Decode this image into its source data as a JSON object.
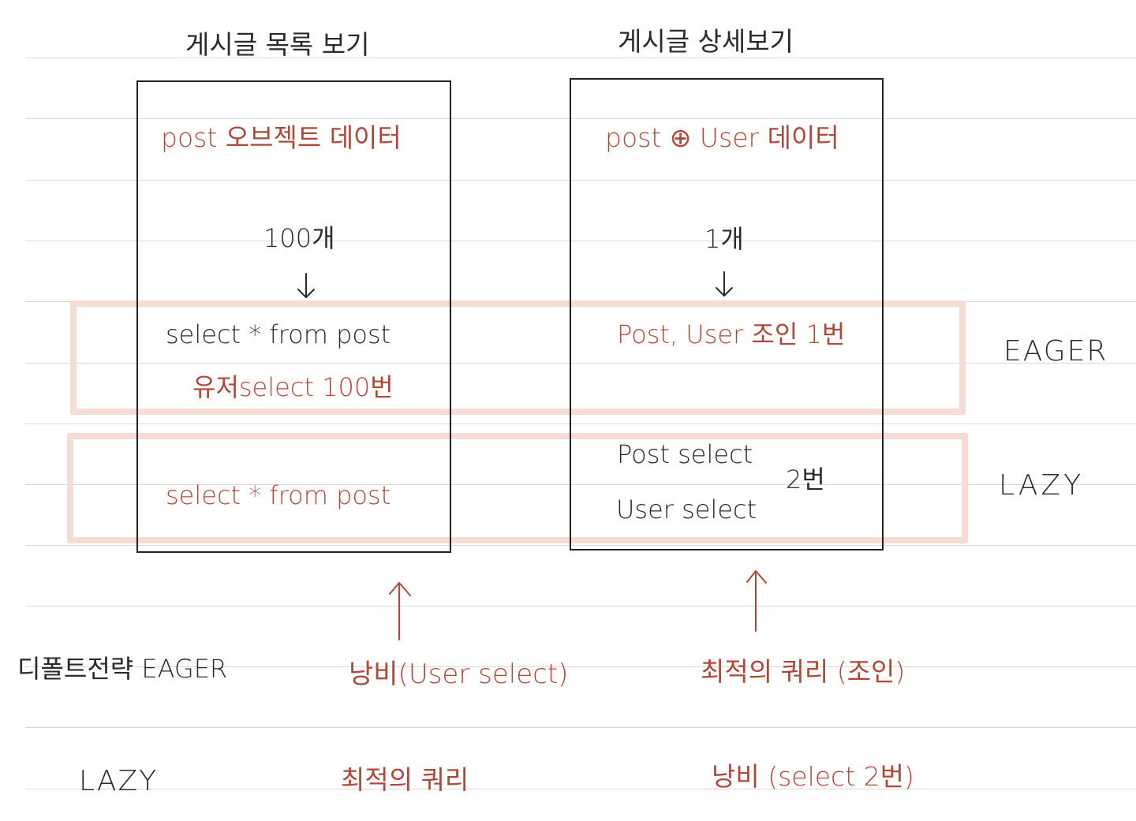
{
  "colors": {
    "ink": "#2a2a2a",
    "red_ink": "#b0483a",
    "band": "#f6dcd3",
    "rule": "#d9d9d9"
  },
  "left_column": {
    "title": "게시글 목록 보기",
    "data_label": "post 오브젝트 데이터",
    "count": "100개",
    "eager_query": "select * from post",
    "eager_user_query": "유저select 100번",
    "lazy_query": "select * from post"
  },
  "right_column": {
    "title": "게시글 상세보기",
    "data_label": "post ⊕ User 데이터",
    "count": "1개",
    "eager_query": "Post, User 조인 1번",
    "lazy_query_post": "Post select",
    "lazy_query_user": "User select",
    "lazy_count": "2번"
  },
  "bands": {
    "eager_label": "EAGER",
    "lazy_label": "LAZY"
  },
  "summary": {
    "default_label": "디폴트전략 EAGER",
    "default_left": "낭비(User select)",
    "default_right": "최적의 쿼리 (조인)",
    "lazy_label": "LAZY",
    "lazy_left": "최적의 쿼리",
    "lazy_right": "낭비 (select 2번)"
  }
}
